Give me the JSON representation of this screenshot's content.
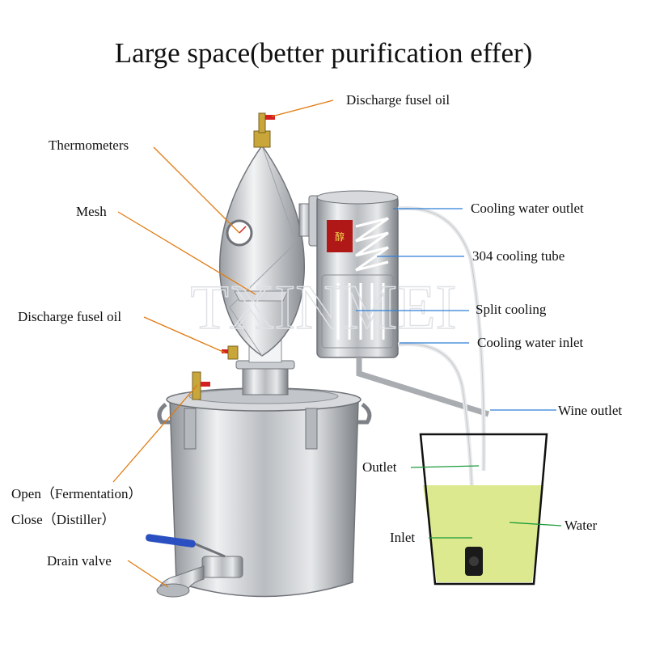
{
  "title": "Large space(better purification effer)",
  "watermark": "TXINMEI",
  "labels": {
    "discharge_top": "Discharge fusel oil",
    "thermometers": "Thermometers",
    "mesh": "Mesh",
    "discharge_mid": "Discharge fusel oil",
    "open": "Open（Fermentation）",
    "close": "Close（Distiller）",
    "drain_valve": "Drain valve",
    "cooling_water_outlet": "Cooling water outlet",
    "cooling_tube": "304 cooling tube",
    "split_cooling": "Split cooling",
    "cooling_water_inlet": "Cooling water inlet",
    "wine_outlet": "Wine outlet",
    "outlet": "Outlet",
    "water": "Water",
    "inlet": "Inlet"
  },
  "colors": {
    "leader_left": "#e07a10",
    "leader_right": "#2f7fd8",
    "leader_bucket": "#1a9a3a",
    "water": "#dde98e",
    "steel": "#c9ccd0",
    "valve_red": "#d42020",
    "valve_blue": "#2a4fc0"
  }
}
